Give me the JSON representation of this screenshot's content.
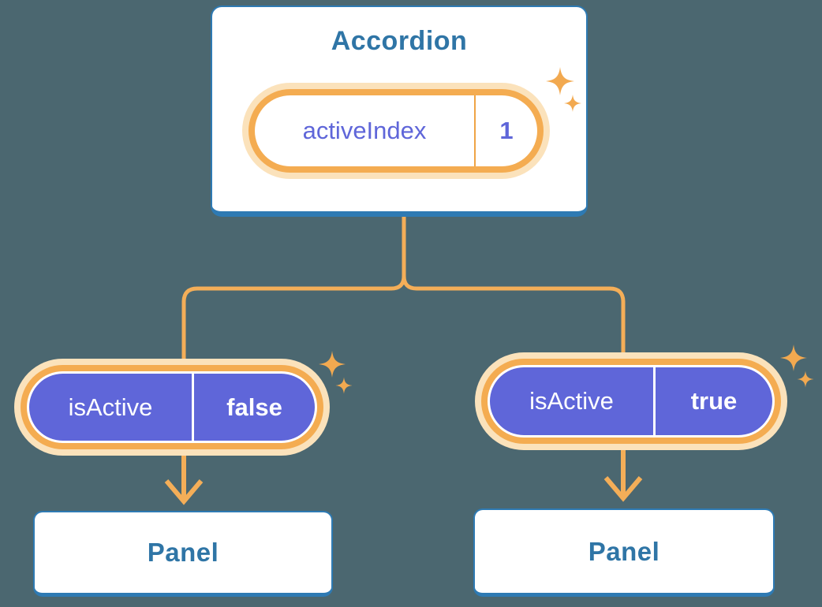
{
  "colors": {
    "background": "#4b6770",
    "card_border_blue": "#2e7ab3",
    "heading_blue": "#2f75a6",
    "line_orange": "#f4ae58",
    "ring_orange": "#f4ac51",
    "ring_cream": "#fbe2bb",
    "pill_purple": "#5f66d9",
    "state_text_purple": "#5f66d9",
    "divider_orange": "#efa446",
    "sparkle_orange": "#f2a950",
    "card_fill": "#ffffff"
  },
  "icons": {
    "sparkle": "four-point-star"
  },
  "diagram": {
    "root": {
      "title": "Accordion",
      "state_pill": {
        "label": "activeIndex",
        "value": "1"
      }
    },
    "children": [
      {
        "prop_pill": {
          "label": "isActive",
          "value": "false"
        },
        "panel": {
          "title": "Panel"
        }
      },
      {
        "prop_pill": {
          "label": "isActive",
          "value": "true"
        },
        "panel": {
          "title": "Panel"
        }
      }
    ]
  }
}
